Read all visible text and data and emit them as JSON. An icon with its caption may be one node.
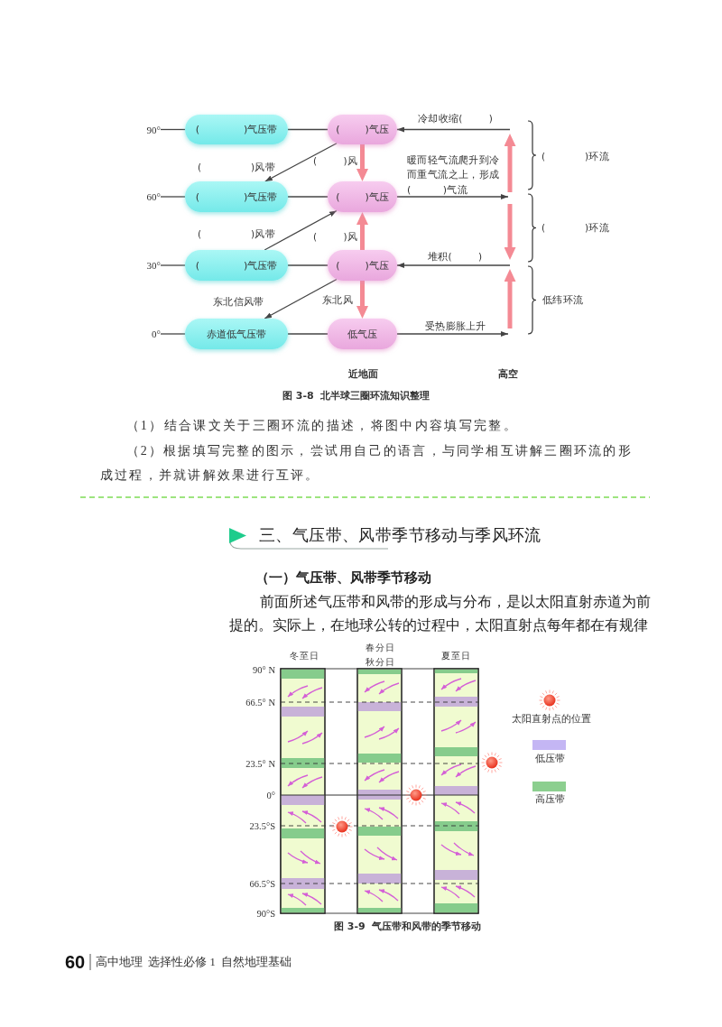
{
  "diagram": {
    "nodes": [
      {
        "text": [
          "90°"
        ]
      },
      {
        "text": [
          "(              )气压带"
        ]
      },
      {
        "text": [
          "(        )气压"
        ]
      },
      {
        "text": [
          "60°"
        ]
      },
      {
        "text": [
          "(              )气压带"
        ]
      },
      {
        "text": [
          "(        )气压"
        ]
      },
      {
        "text": [
          "30°"
        ]
      },
      {
        "text": [
          "(              )气压带"
        ]
      },
      {
        "text": [
          "(        )气压"
        ]
      },
      {
        "text": [
          "0°"
        ]
      },
      {
        "text": [
          "赤道低气压带"
        ]
      },
      {
        "text": [
          "低气压"
        ]
      }
    ],
    "edges": [
      {
        "from": 0,
        "to": 1,
        "arrow": "none"
      },
      {
        "from": 1,
        "to": 2,
        "arrow": "none"
      },
      {
        "from": null,
        "to": 2,
        "arrow": "to",
        "label": "冷却收缩(        )"
      },
      {
        "from": 2,
        "to": 4,
        "arrow": "to",
        "label": "(        )风"
      },
      {
        "from": 2,
        "to": 5,
        "arrow": "to",
        "style": "thick",
        "color": "#f48a94"
      },
      {
        "from": 3,
        "to": 4,
        "arrow": "none"
      },
      {
        "from": 4,
        "to": 5,
        "arrow": "none"
      },
      {
        "from": 5,
        "to": null,
        "arrow": "to",
        "label": "暖而轻气流爬升到冷而重气流之上，形成(         )气流"
      },
      {
        "from": 7,
        "to": 5,
        "arrow": "to",
        "label": "(        )风"
      },
      {
        "from": 8,
        "to": 5,
        "arrow": "to",
        "style": "thick",
        "color": "#f48a94"
      },
      {
        "from": 6,
        "to": 7,
        "arrow": "none"
      },
      {
        "from": 7,
        "to": 8,
        "arrow": "none"
      },
      {
        "from": null,
        "to": 8,
        "arrow": "to",
        "label": "堆积(        )"
      },
      {
        "from": 8,
        "to": 10,
        "arrow": "to",
        "label": "东北风"
      },
      {
        "from": 8,
        "to": 11,
        "arrow": "to",
        "style": "thick",
        "color": "#f48a94"
      },
      {
        "from": 9,
        "to": 10,
        "arrow": "none"
      },
      {
        "from": 10,
        "to": 11,
        "arrow": "none"
      },
      {
        "from": 11,
        "to": null,
        "arrow": "to",
        "label": "受热膨胀上升"
      }
    ],
    "labels": [
      "(               )风带",
      "(               )风带",
      "东北信风带",
      "(            )环流",
      "(            )环流",
      "低纬环流",
      "近地面",
      "高空",
      "图 3-8  北半球三圈环流知识整理",
      "（1）结合课文关于三圈环流的描述，将图中内容填写完整。",
      "（2）根据填写完整的图示，尝试用自己的语言，与同学相互讲解三圈环流的形成过程，并就讲解效果进行互评。",
      "三、气压带、风带季节移动与季风环流",
      "（一）气压带、风带季节移动",
      "前面所述气压带和风带的形成与分布，是以太阳直射赤道为前提的。实际上，在地球公转的过程中，太阳直射点每年都在有规律",
      "冬至日",
      "春分日",
      "秋分日",
      "夏至日",
      "90° N",
      "66.5° N",
      "23.5° N",
      "0°",
      "23.5°S",
      "66.5°S",
      "90°S",
      "图 3-9  气压带和风带的季节移动",
      "60",
      "高中地理  选择性必修 1  自然地理基础"
    ],
    "legend": [
      {
        "text": "太阳直射点的位置"
      },
      {
        "text": "低压带",
        "color": "#c4b6f4"
      },
      {
        "text": "高压带",
        "color": "#8ccf8f"
      }
    ]
  }
}
